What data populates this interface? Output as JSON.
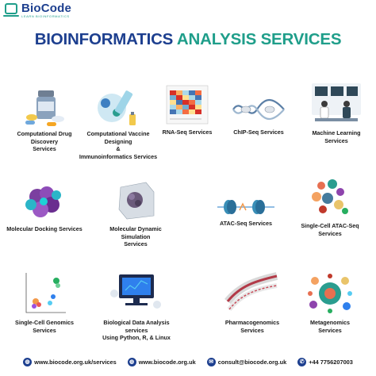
{
  "brand": {
    "name": "BioCode",
    "tagline": "LEARN BIOINFORMATICS"
  },
  "title": {
    "part1": "BIOINFORMATICS",
    "part2": "ANALYSIS SERVICES"
  },
  "colors": {
    "navy": "#1d3f8f",
    "teal": "#1f9e8a"
  },
  "services": [
    {
      "label": "Computational Drug Discovery\nServices",
      "icon": "pill-bottle-icon"
    },
    {
      "label": "Computational Vaccine\nDesigning\n&\nImmunoinformatics Services",
      "icon": "vaccine-syringe-icon"
    },
    {
      "label": "RNA-Seq Services",
      "icon": "heatmap-icon"
    },
    {
      "label": "ChIP-Seq Services",
      "icon": "dna-strand-icon"
    },
    {
      "label": "Machine Learning\nServices",
      "icon": "lab-scientists-icon"
    },
    {
      "label": "Molecular Docking Services",
      "icon": "protein-structure-icon"
    },
    {
      "label": "Molecular Dynamic Simulation\nServices",
      "icon": "simulation-box-icon"
    },
    {
      "label": "ATAC-Seq Services",
      "icon": "nucleosome-icon"
    },
    {
      "label": "Single-Cell ATAC-Seq Services",
      "icon": "umap-cluster-icon"
    },
    {
      "label": "Single-Cell Genomics\nServices",
      "icon": "scatter-plot-icon"
    },
    {
      "label": "Biological Data Analysis services\nUsing Python, R, & Linux",
      "icon": "computer-analysis-icon"
    },
    {
      "label": "Pharmacogenomics\nServices",
      "icon": "genome-tracks-icon"
    },
    {
      "label": "Metagenomics\nServices",
      "icon": "microbes-icon"
    }
  ],
  "footer": {
    "website_services": "www.biocode.org.uk/services",
    "website": "www.biocode.org.uk",
    "email": "consult@biocode.org.uk",
    "phone": "+44 7756207003"
  }
}
